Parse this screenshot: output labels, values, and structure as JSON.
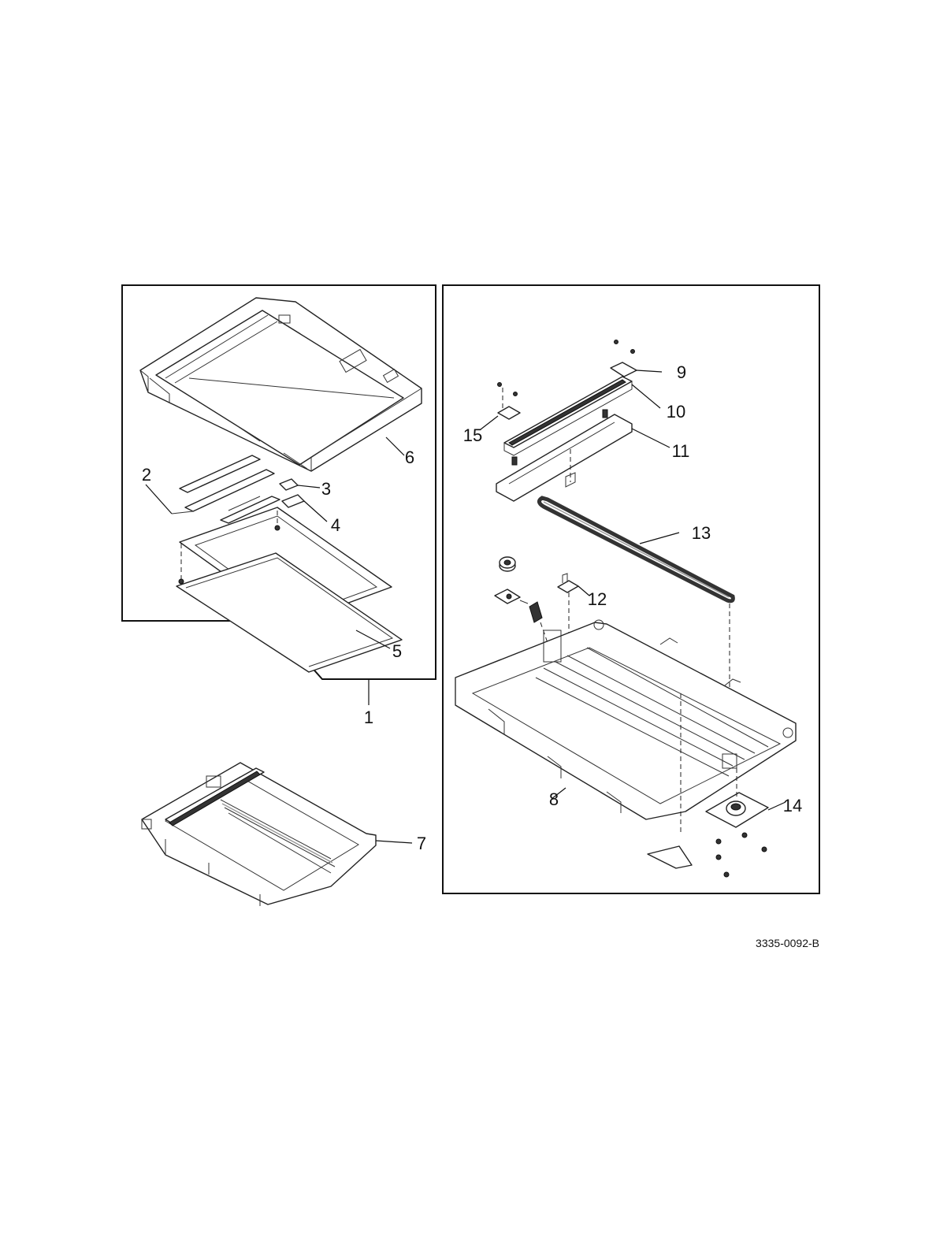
{
  "figure_id": "3335-0092-B",
  "callouts": [
    {
      "id": "1",
      "label": "1"
    },
    {
      "id": "2",
      "label": "2"
    },
    {
      "id": "3",
      "label": "3"
    },
    {
      "id": "4",
      "label": "4"
    },
    {
      "id": "5",
      "label": "5"
    },
    {
      "id": "6",
      "label": "6"
    },
    {
      "id": "7",
      "label": "7"
    },
    {
      "id": "8",
      "label": "8"
    },
    {
      "id": "9",
      "label": "9"
    },
    {
      "id": "10",
      "label": "10"
    },
    {
      "id": "11",
      "label": "11"
    },
    {
      "id": "12",
      "label": "12"
    },
    {
      "id": "13",
      "label": "13"
    },
    {
      "id": "14",
      "label": "14"
    },
    {
      "id": "15",
      "label": "15"
    }
  ]
}
